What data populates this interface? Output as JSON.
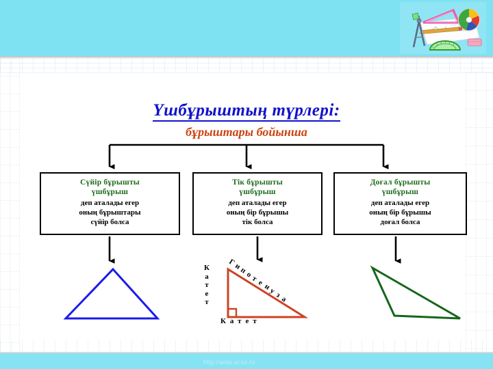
{
  "slide": {
    "title": "Үшбұрыштың түрлері:",
    "subtitle": "бұрыштары бойынша"
  },
  "header": {
    "artwork_name": "school-supplies-clipart",
    "items": [
      "triangle-ruler",
      "compass",
      "pencil",
      "protractor",
      "color-wheel",
      "eraser",
      "paper-sheet"
    ]
  },
  "boxes": [
    {
      "id": "acute",
      "heading_line1": "Сүйір  бұрышты",
      "heading_line2": "үшбұрыш",
      "body_line1": "деп аталады егер",
      "body_line2": "оның бұрыштары",
      "body_line3": "сүйір болса",
      "figure_color": "#1a1aee",
      "figure_name": "acute-triangle"
    },
    {
      "id": "right",
      "heading_line1": "Тік  бұрышты",
      "heading_line2": "үшбұрыш",
      "body_line1": "деп аталады егер",
      "body_line2": "оның бір бұрышы",
      "body_line3": "тік болса",
      "figure_color": "#cc4422",
      "figure_name": "right-triangle"
    },
    {
      "id": "obtuse",
      "heading_line1": "Доғал  бұрышты",
      "heading_line2": "үшбұрыш",
      "body_line1": "деп аталады егер",
      "body_line2": "оның бір бұрышы",
      "body_line3": "доғал болса",
      "figure_color": "#14661a",
      "figure_name": "obtuse-triangle"
    }
  ],
  "right_triangle_labels": {
    "leg_vertical": "Катет",
    "leg_horizontal": "Катет",
    "hypotenuse": "Гипотенуза"
  },
  "footer": {
    "watermark": "http://aida.ucoz.ru",
    "date": "",
    "page": ""
  },
  "colors": {
    "banner": "#7fe2f2",
    "footer_band": "#86e3f3",
    "title": "#1111cc",
    "subtitle": "#cc4411",
    "box_heading": "#1d6b1d",
    "box_border": "#000000",
    "acute_triangle": "#1a1aee",
    "right_triangle": "#cc4422",
    "obtuse_triangle": "#14661a"
  }
}
